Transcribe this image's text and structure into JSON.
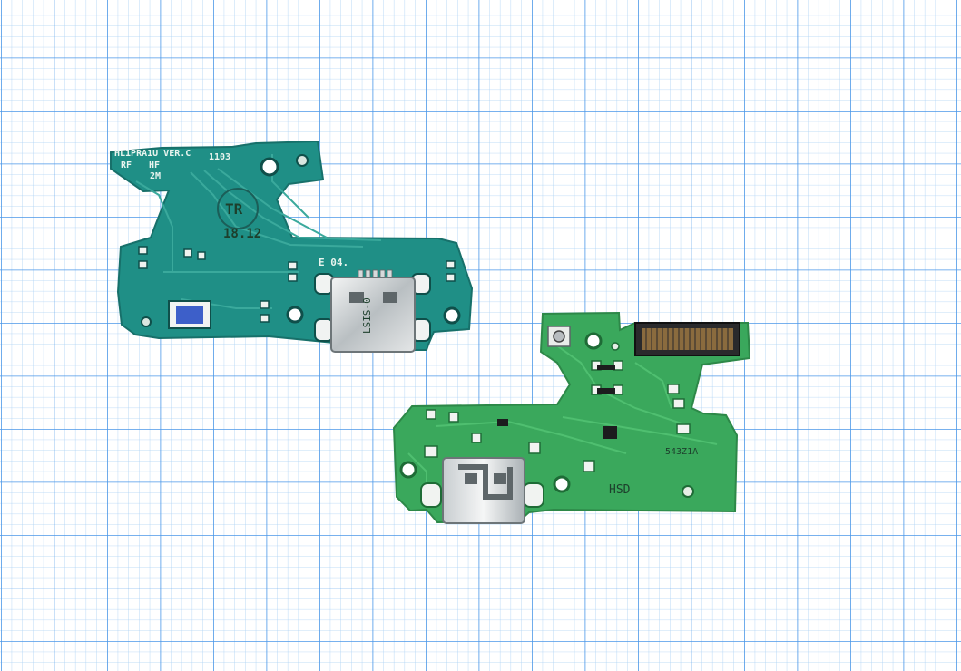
{
  "scene": {
    "background_color": "#ffffff",
    "grid_minor_color": "#9ec8f2",
    "grid_major_color": "#3f8fe6",
    "top_board": {
      "color": "#1f8f86",
      "labels": {
        "part": "HL1PRA1U VER.C",
        "code": "1103",
        "rf": "RF",
        "hf": "HF",
        "two_m": "2M",
        "stamp_top": "TR",
        "stamp_bottom": "18.12",
        "e04": "E 04.",
        "port_text": "LSIS-0"
      }
    },
    "bottom_board": {
      "color": "#3aa85c",
      "labels": {
        "hsd": "HSD",
        "serial": "543Z1A"
      }
    }
  }
}
